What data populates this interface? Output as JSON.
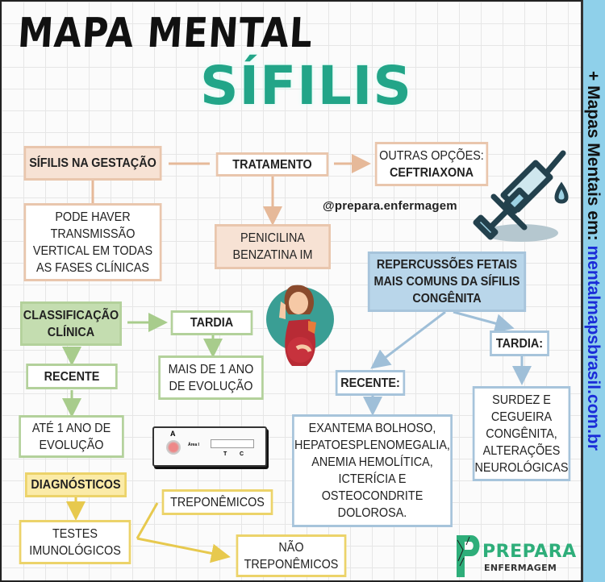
{
  "header": {
    "title": "MAPA MENTAL",
    "subtitle": "SÍFILIS"
  },
  "sidebar": {
    "prefix": "+ Mapas Mentais em: ",
    "url": "mentalmapsbrasil.com.br"
  },
  "handle": "@prepara.enfermagem",
  "gestacao": {
    "title": "SÍFILIS NA GESTAÇÃO",
    "detail": [
      "PODE HAVER",
      "TRANSMISSÃO",
      "VERTICAL EM TODAS",
      "AS FASES CLÍNICAS"
    ]
  },
  "tratamento": {
    "title": "TRATAMENTO",
    "main": [
      "PENICILINA",
      "BENZATINA IM"
    ],
    "other_label": "OUTRAS OPÇÕES:",
    "other_value": "CEFTRIAXONA"
  },
  "classificacao": {
    "title": [
      "CLASSIFICAÇÃO",
      "CLÍNICA"
    ],
    "tardia": "TARDIA",
    "tardia_detail": [
      "MAIS DE 1 ANO",
      "DE EVOLUÇÃO"
    ],
    "recente": "RECENTE",
    "recente_detail": [
      "ATÉ 1 ANO DE",
      "EVOLUÇÃO"
    ]
  },
  "repercussoes": {
    "title": [
      "REPERCUSSÕES FETAIS",
      "MAIS COMUNS DA SÍFILIS",
      "CONGÊNITA"
    ],
    "recente": "RECENTE:",
    "recente_detail": [
      "EXANTEMA BOLHOSO,",
      "HEPATOESPLENOMEGALIA,",
      "ANEMIA HEMOLÍTICA,",
      "ICTERÍCIA E",
      "OSTEOCONDRITE",
      "DOLOROSA."
    ],
    "tardia": "TARDIA:",
    "tardia_detail": [
      "SURDEZ E",
      "CEGUEIRA",
      "CONGÊNITA,",
      "ALTERAÇÕES",
      "NEUROLÓGICAS"
    ]
  },
  "diagnosticos": {
    "title": "DIAGNÓSTICOS",
    "testes": [
      "TESTES",
      "IMUNOLÓGICOS"
    ],
    "treponemicos": "TREPONÊMICOS",
    "nao_treponemicos": [
      "NÃO",
      "TREPONÊMICOS"
    ]
  },
  "testkit": {
    "a": "A",
    "area": "Área I",
    "t": "T",
    "c": "C"
  },
  "logo": {
    "brand": "PREPARA",
    "sub": "ENFERMAGEM"
  },
  "colors": {
    "title_green": "#22a588",
    "orange_border": "#e9c6ad",
    "orange_fill": "#f7e2d4",
    "green_border": "#b3d19b",
    "green_fill": "#c4ddb0",
    "blue_border": "#a7c4db",
    "blue_fill": "#b9d6ea",
    "yellow_border": "#ecd36a",
    "yellow_fill": "#fbeba8",
    "sidebar_bg": "#8fd0ea",
    "url_blue": "#1a2bd8"
  }
}
